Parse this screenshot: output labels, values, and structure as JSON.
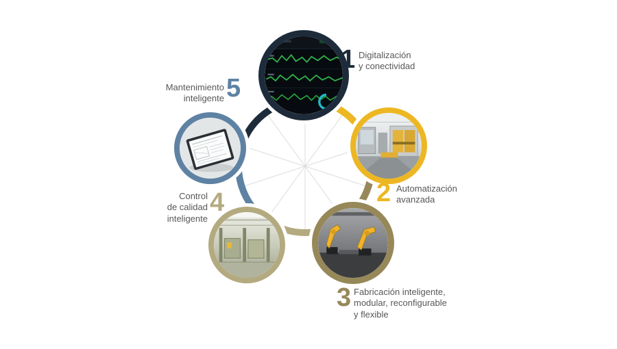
{
  "items": [
    {
      "id": "digitalizacion",
      "number": "1",
      "label": "Digitalización\ny conectividad",
      "color": "#1d2b3a",
      "thumbnail": "monitoring-dashboard"
    },
    {
      "id": "automatizacion",
      "number": "2",
      "label": "Automatización\navanzada",
      "color": "#edb723",
      "thumbnail": "automated-factory-cell"
    },
    {
      "id": "fabricacion",
      "number": "3",
      "label": "Fabricación inteligente,\nmodular, reconfigurable\ny flexible",
      "color": "#97885a",
      "thumbnail": "industrial-robots"
    },
    {
      "id": "control-calidad",
      "number": "4",
      "label": "Control\nde calidad\ninteligente",
      "color": "#b4aa80",
      "thumbnail": "factory-interior"
    },
    {
      "id": "mantenimiento",
      "number": "5",
      "label": "Mantenimiento\ninteligente",
      "color": "#5e82a3",
      "thumbnail": "maintenance-tablet"
    }
  ],
  "styles": {
    "background": "#ffffff",
    "label_color": "#57575a",
    "spoke_color": "#dcdcdc"
  }
}
